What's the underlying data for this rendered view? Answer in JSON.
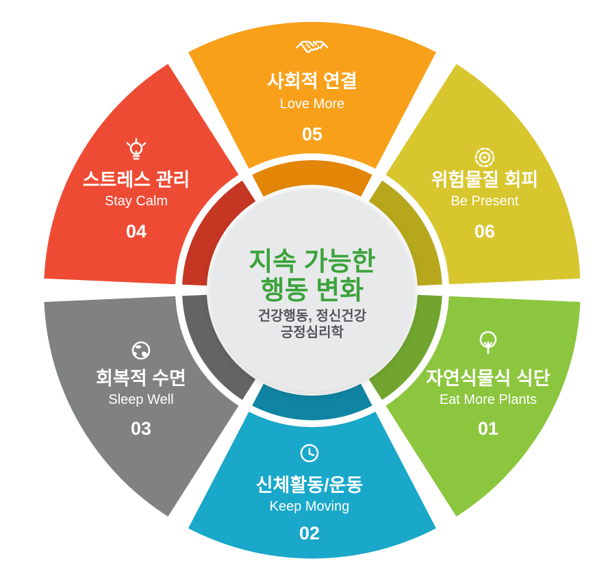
{
  "center": {
    "title_line1": "지속 가능한",
    "title_line2": "행동 변화",
    "subtitle_line1": "건강행동, 정신건강",
    "subtitle_line2": "긍정심리학",
    "title_color": "#3ba33b",
    "subtitle_color": "#54565a",
    "bg_color": "#e8e9ea"
  },
  "segments": [
    {
      "number": "01",
      "label": "자연식물식 식단",
      "sublabel": "Eat More Plants",
      "color": "#8cc63e",
      "dark_color": "#71a52f",
      "icon": "tree-icon"
    },
    {
      "number": "02",
      "label": "신체활동/운동",
      "sublabel": "Keep Moving",
      "color": "#19a8c9",
      "dark_color": "#0f85a3",
      "color_name": "cyan",
      "icon": "clock-icon"
    },
    {
      "number": "03",
      "label": "회복적 수면",
      "sublabel": "Sleep Well",
      "color": "#7f8183",
      "dark_color": "#626466",
      "icon": "globe-icon"
    },
    {
      "number": "04",
      "label": "스트레스 관리",
      "sublabel": "Stay Calm",
      "color": "#ee4b35",
      "dark_color": "#c53623",
      "icon": "lightbulb-icon"
    },
    {
      "number": "05",
      "label": "사회적 연결",
      "sublabel": "Love More",
      "color": "#f9a01b",
      "dark_color": "#e38607",
      "icon": "handshake-icon"
    },
    {
      "number": "06",
      "label": "위험물질 회피",
      "sublabel": "Be Present",
      "color": "#d8c62e",
      "dark_color": "#b7a71c",
      "icon": "gear-icon"
    }
  ]
}
